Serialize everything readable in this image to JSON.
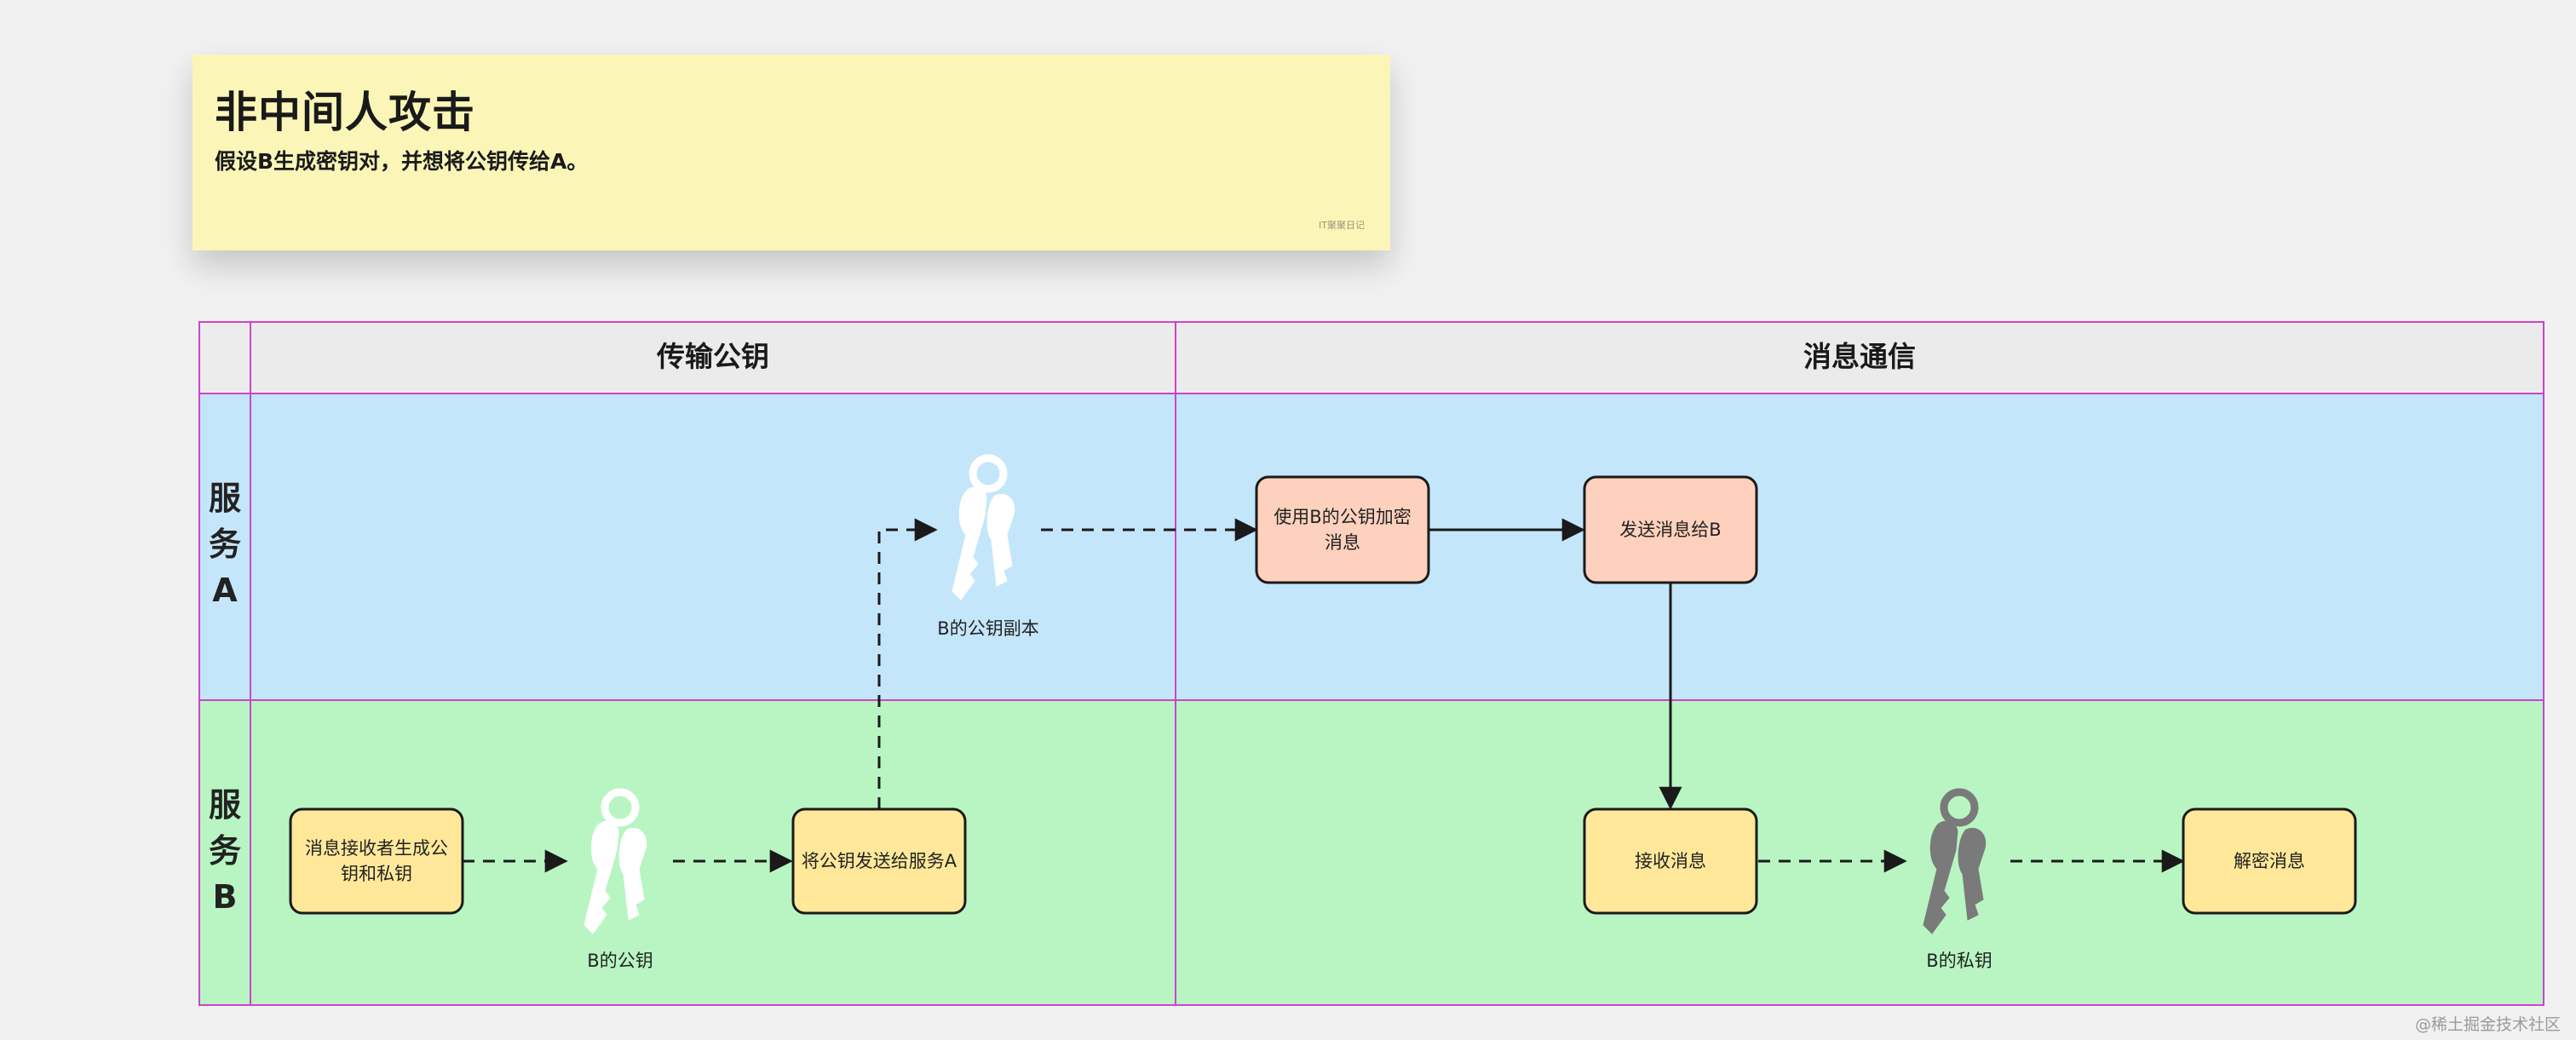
{
  "note": {
    "title": "非中间人攻击",
    "subtitle": "假设B生成密钥对，并想将公钥传给A。",
    "watermark": "IT聚聚日记"
  },
  "columns": [
    "传输公钥",
    "消息通信"
  ],
  "lanes": [
    "服务A",
    "服务B"
  ],
  "nodes": {
    "gen_keys": "消息接收者生成公钥和私钥",
    "send_pubkey": "将公钥发送给服务A",
    "encrypt": "使用B的公钥加密消息",
    "send_msg": "发送消息给B",
    "receive": "接收消息",
    "decrypt": "解密消息"
  },
  "keys": {
    "pub_b": "B的公钥",
    "pub_copy": "B的公钥副本",
    "priv_b": "B的私钥"
  },
  "colors": {
    "lane_a": "#c4e6fb",
    "lane_b": "#b8f5c2",
    "header": "#ebebeb",
    "border": "#cc44cc",
    "node_yellow": "#ffe89a",
    "node_orange": "#fdd1bd",
    "key_light": "#ffffff",
    "key_dark": "#7a7a7a"
  },
  "credit": "@稀土掘金技术社区"
}
